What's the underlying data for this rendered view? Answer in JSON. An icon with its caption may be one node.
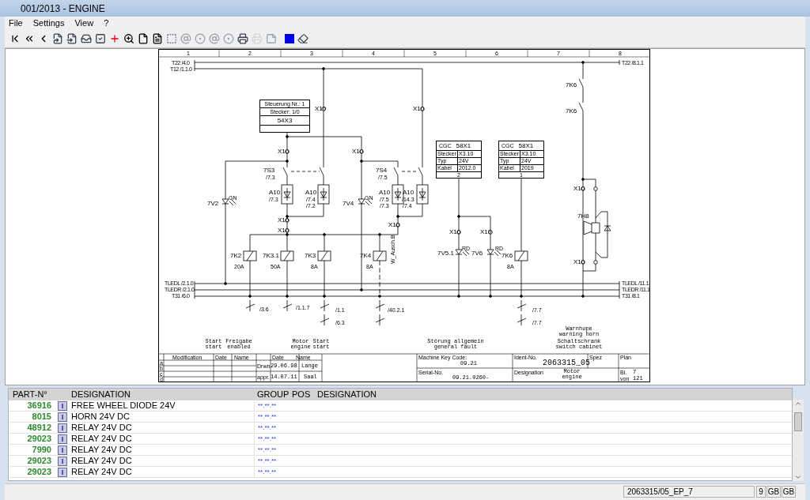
{
  "diagram": {
    "nodes": [
      {
        "text": [
          "Steuerung Nr.: 1",
          "Stecker: 1/0",
          "54X3"
        ]
      },
      {
        "text": [
          "CGC",
          "58X1",
          "Stecker",
          "X3.10",
          "Typ",
          "24V",
          "Kabel",
          "2012.0",
          "2"
        ]
      },
      {
        "text": [
          "CGC",
          "58X1",
          "Stecker",
          "X3.10",
          "Typ",
          "24V",
          "Kabel",
          "2019",
          "1"
        ]
      }
    ],
    "labels": [
      "001/2013 - ENGINE",
      "File",
      "Settings",
      "View",
      "?",
      "1",
      "2",
      "3",
      "4",
      "5",
      "6",
      "7",
      "8",
      "T22 /4.0",
      "T12 /1.1.0",
      "T22 /8.1.1",
      "X10",
      "X10",
      "7K6",
      "7K6",
      "X10",
      "X10",
      "7S3",
      "/7.3",
      "7S4",
      "/7.5",
      "A10",
      "/7.3",
      "A10",
      "/7.4",
      "/7.2",
      "A10",
      "/7.5",
      "/7.3",
      "A10",
      "/14.3",
      "/7.4",
      "X10",
      "7V2",
      "GN",
      "7V4",
      "GN",
      "7H8",
      "X10",
      "X10",
      "X10",
      "X10",
      "X10",
      "W_Ausch.B",
      "7K2",
      "7K3.1",
      "7K3",
      "7K4",
      "7V5.1",
      "RD",
      "7V6",
      "RD",
      "7K6",
      "X10",
      "20A",
      "50A",
      "8A",
      "8A",
      "8A",
      "TLEDL /2.1.0",
      "TLEDR /2.1.0",
      "T31 /6.0",
      "TLEDL /11.1",
      "TLEDR /11.1",
      "T31 /8.1",
      "/3.6",
      "/1.1.7",
      "/1.1",
      "/40.2.1",
      "/7.7",
      "/6.3",
      "/7.7",
      "Warnhupe warning horn",
      "Start start",
      "Freigabe enabled",
      "Motor engine",
      "Start start",
      "Störung allgemein general fault",
      "Schaltschrank switch cabinet",
      "Modification",
      "Date",
      "Name",
      "Date",
      "Name",
      "a",
      "b",
      "c",
      "d",
      "Drwn.",
      "29.06.98",
      "Lange",
      "appr.",
      "14.07.11",
      "Saal",
      "Machine Key Code:",
      "09.21",
      "Serial-No.",
      "09.21.0260-",
      "Ident-No.",
      "2063315_05",
      "Spez",
      "Plan",
      "Designation",
      "Motor engine",
      "Bl.",
      "7",
      "von",
      "121",
      "PART-N°",
      "DESIGNATION",
      "GROUP",
      "POS",
      "DESIGNATION",
      "36916",
      "I",
      "FREE WHEEL DIODE 24V",
      "**.**.**",
      "8015",
      "I",
      "HORN 24V DC",
      "**.**.**",
      "48912",
      "I",
      "RELAY 24V DC",
      "**.**.**",
      "29023",
      "I",
      "RELAY 24V DC",
      "**.**.**",
      "7990",
      "I",
      "RELAY 24V DC",
      "**.**.**",
      "29023",
      "I",
      "RELAY 24V DC",
      "**.**.**",
      "29023",
      "I",
      "RELAY 24V DC",
      "**.**.**",
      "2063315/05_EP_7",
      "9",
      "GB",
      "GB"
    ]
  }
}
